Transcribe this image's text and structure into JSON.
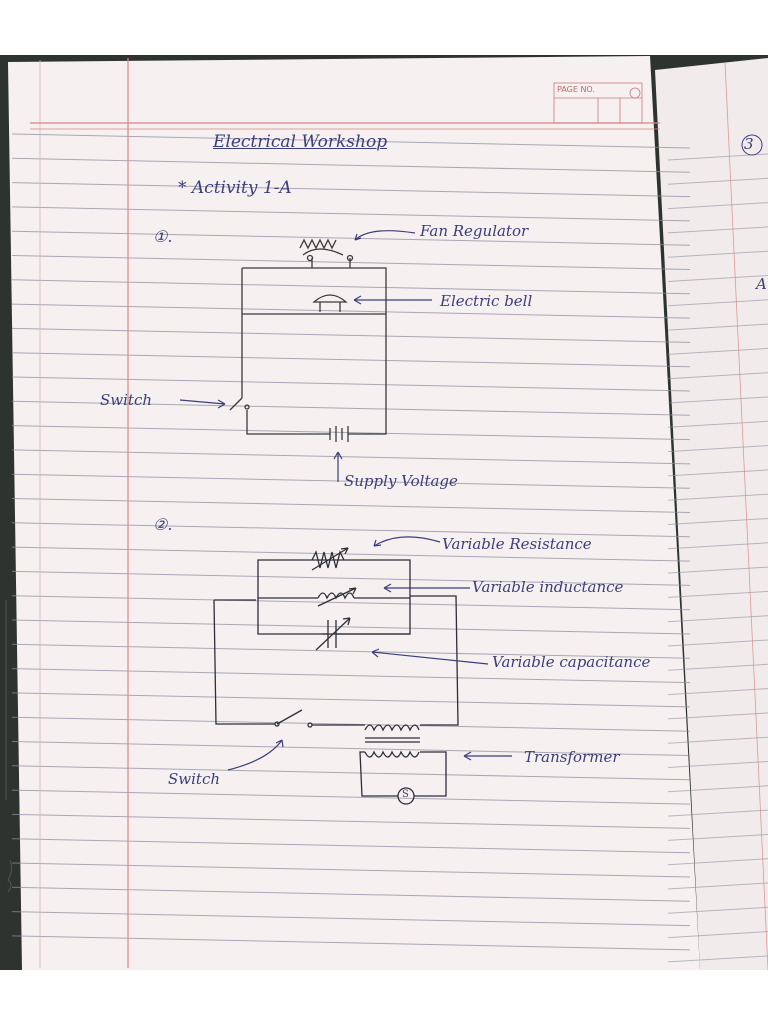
{
  "notebook": {
    "page_no_label": "PAGE NO.",
    "facing_page_number": "3",
    "facing_page_fragment": "A",
    "title": "Electrical Workshop",
    "activity": "* Activity 1-A"
  },
  "circuit_1": {
    "number": "①.",
    "labels": {
      "fan_regulator": "Fan Regulator",
      "electric_bell": "Electric bell",
      "switch": "Switch",
      "supply_voltage": "Supply Voltage"
    }
  },
  "circuit_2": {
    "number": "②.",
    "labels": {
      "variable_resistance": "Variable Resistance",
      "variable_inductance": "Variable inductance",
      "variable_capacitance": "Variable capacitance",
      "switch": "Switch",
      "transformer": "Transformer",
      "source_symbol": "S"
    }
  },
  "colors": {
    "background": "#ffffff",
    "paper": "#f7f1f1",
    "rule_line": "#8f8fa0",
    "margin_line": "#d98585",
    "ink_pencil": "#3b3b3b",
    "ink_pen": "#3a3f7a",
    "facing_page": "#f3eded",
    "dark_corner": "#2f3a32"
  }
}
